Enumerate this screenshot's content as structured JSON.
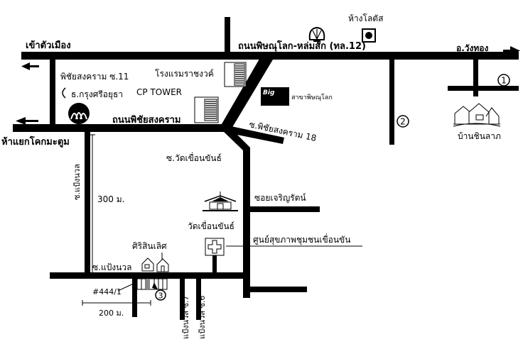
{
  "map": {
    "colors": {
      "road": "#000000",
      "background": "#ffffff"
    },
    "labels": {
      "to_city": "เข้าตัวเมือง",
      "main_road": "ถนนพิษณุโลก-หล่มสัก (ทล.12)",
      "lotus": "ห้างโลตัส",
      "wang_thong": "อ.วังทอง",
      "phichai_11": "พิชัยสงคราม ซ.11",
      "krungsri": "ธ.กรุงศรีอยุธา",
      "hotel": "โรงแรมราชงวค์",
      "cp_tower": "CP TOWER",
      "phichai_road": "ถนนพิชัยสงคราม",
      "big_c": "Big",
      "big_c_branch": "สาขาพิษณุโลก",
      "phichai_18": "ซ.พิชัยสงคราม 18",
      "kok_ma_tum": "ห้าแยกโคกมะตูม",
      "pang_nuan_vertical": "ซ.แป้งนวล",
      "wat_khuean_khan_soi": "ซ.วัดเขื่อนขันธ์",
      "distance_300": "300 ม.",
      "charoen_rat": "ซอยเจริญรัตน์",
      "wat_khuean_khan": "วัดเขื่อนขันธ์",
      "health_center": "ศูนย์สุขภาพชุมชนเขื่อนขัน",
      "siri_sinlert": "ศิริสินเลิศ",
      "pang_nuan_road": "ซ.แป้งนวล",
      "house_number": "#444/1",
      "distance_200": "200 ม.",
      "pang_nuan_7": "แป้งนวล ซ.7",
      "pang_nuan_6": "แป้งนวล ซ.6",
      "ban_chinlapa": "บ้านชินลาภ"
    },
    "markers": [
      {
        "id": "1",
        "label": "1"
      },
      {
        "id": "2",
        "label": "2"
      },
      {
        "id": "3",
        "label": "3"
      }
    ],
    "icons": [
      "shell-icon",
      "lotus-icon",
      "hotel-building-icon",
      "cp-tower-building-icon",
      "krungsri-bank-icon",
      "big-c-icon",
      "temple-icon",
      "hospital-cross-icon",
      "house-icon",
      "village-icon",
      "arrow-left-icon",
      "arrow-right-icon"
    ]
  }
}
